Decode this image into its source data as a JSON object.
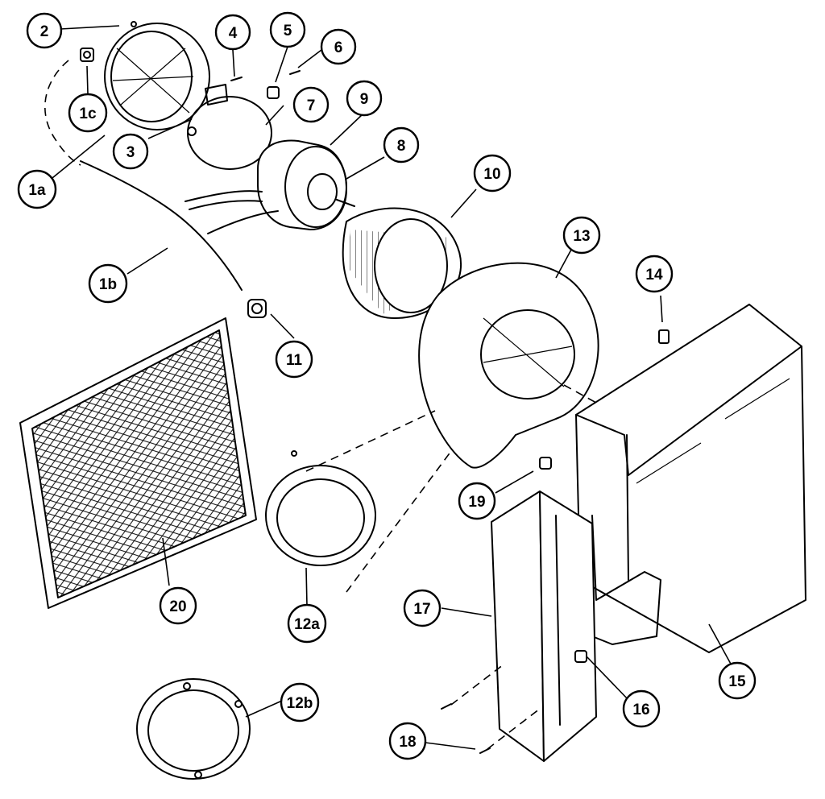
{
  "callouts": [
    {
      "id": "c2",
      "label": "2"
    },
    {
      "id": "c4",
      "label": "4"
    },
    {
      "id": "c5",
      "label": "5"
    },
    {
      "id": "c6",
      "label": "6"
    },
    {
      "id": "c1c",
      "label": "1c"
    },
    {
      "id": "c7",
      "label": "7"
    },
    {
      "id": "c9",
      "label": "9"
    },
    {
      "id": "c3",
      "label": "3"
    },
    {
      "id": "c8",
      "label": "8"
    },
    {
      "id": "c1a",
      "label": "1a"
    },
    {
      "id": "c10",
      "label": "10"
    },
    {
      "id": "c13",
      "label": "13"
    },
    {
      "id": "c14",
      "label": "14"
    },
    {
      "id": "c1b",
      "label": "1b"
    },
    {
      "id": "c11",
      "label": "11"
    },
    {
      "id": "c19",
      "label": "19"
    },
    {
      "id": "c20",
      "label": "20"
    },
    {
      "id": "c12a",
      "label": "12a"
    },
    {
      "id": "c17",
      "label": "17"
    },
    {
      "id": "c15",
      "label": "15"
    },
    {
      "id": "c16",
      "label": "16"
    },
    {
      "id": "c12b",
      "label": "12b"
    },
    {
      "id": "c18",
      "label": "18"
    }
  ]
}
